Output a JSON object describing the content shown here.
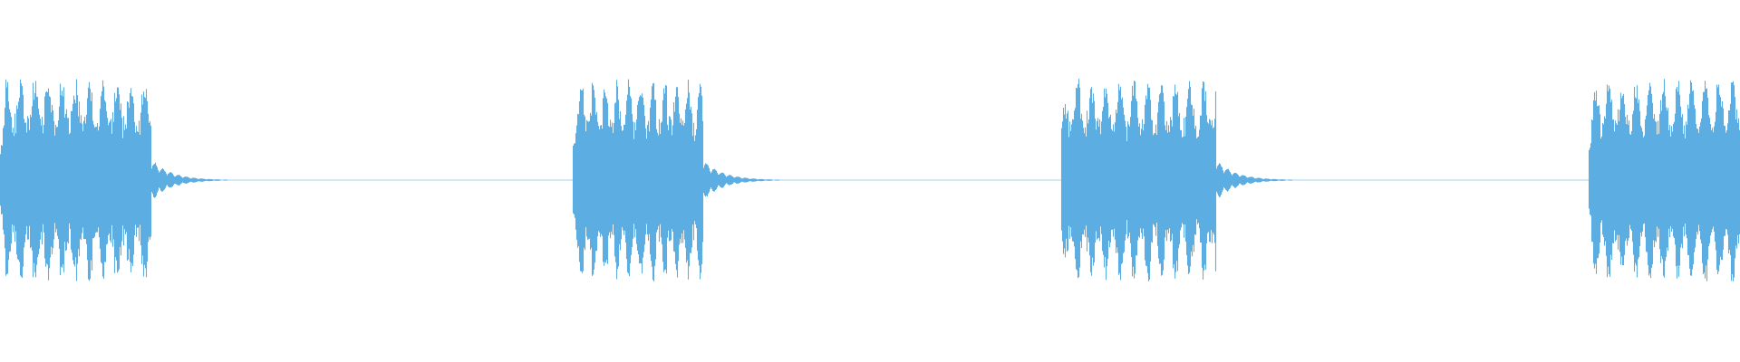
{
  "waveform": {
    "color": "#5dade2",
    "background": "#ffffff",
    "bursts": [
      {
        "start": 0.0,
        "end": 0.087,
        "amplitude": 0.96
      },
      {
        "start": 0.329,
        "end": 0.404,
        "amplitude": 0.93
      },
      {
        "start": 0.61,
        "end": 0.699,
        "amplitude": 0.93
      },
      {
        "start": 0.913,
        "end": 1.0,
        "amplitude": 0.94
      }
    ]
  }
}
